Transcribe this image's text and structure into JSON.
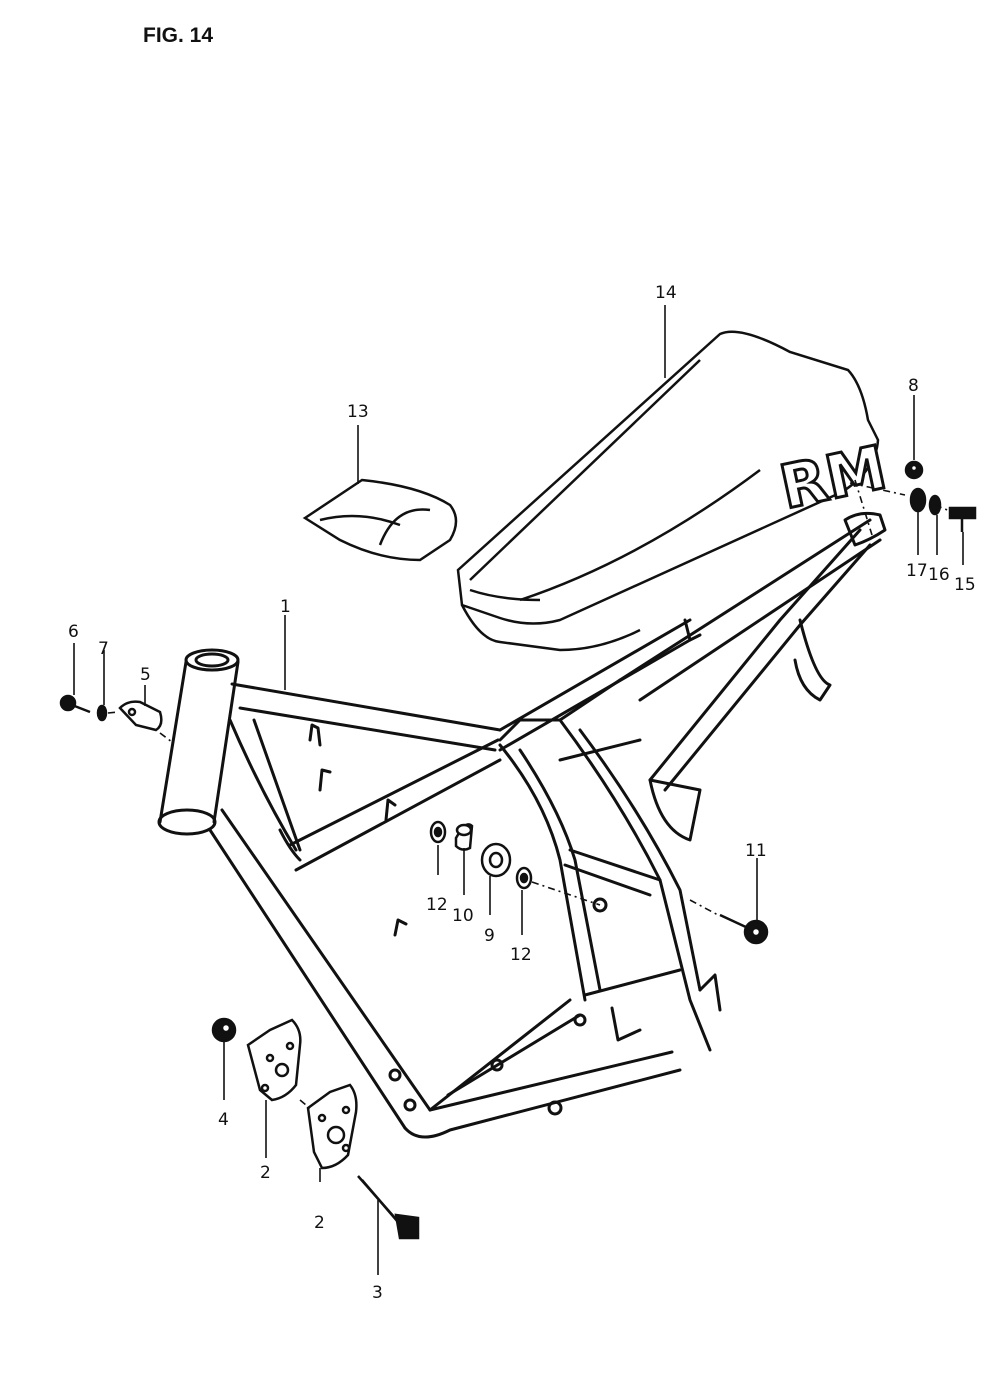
{
  "figure": {
    "title": "FIG. 14",
    "seat_logo": "RM"
  },
  "callouts": {
    "c1": "1",
    "c2a": "2",
    "c2b": "2",
    "c3": "3",
    "c4": "4",
    "c5": "5",
    "c6": "6",
    "c7": "7",
    "c8": "8",
    "c9": "9",
    "c10": "10",
    "c11": "11",
    "c12a": "12",
    "c12b": "12",
    "c13": "13",
    "c14": "14",
    "c15": "15",
    "c16": "16",
    "c17": "17"
  }
}
